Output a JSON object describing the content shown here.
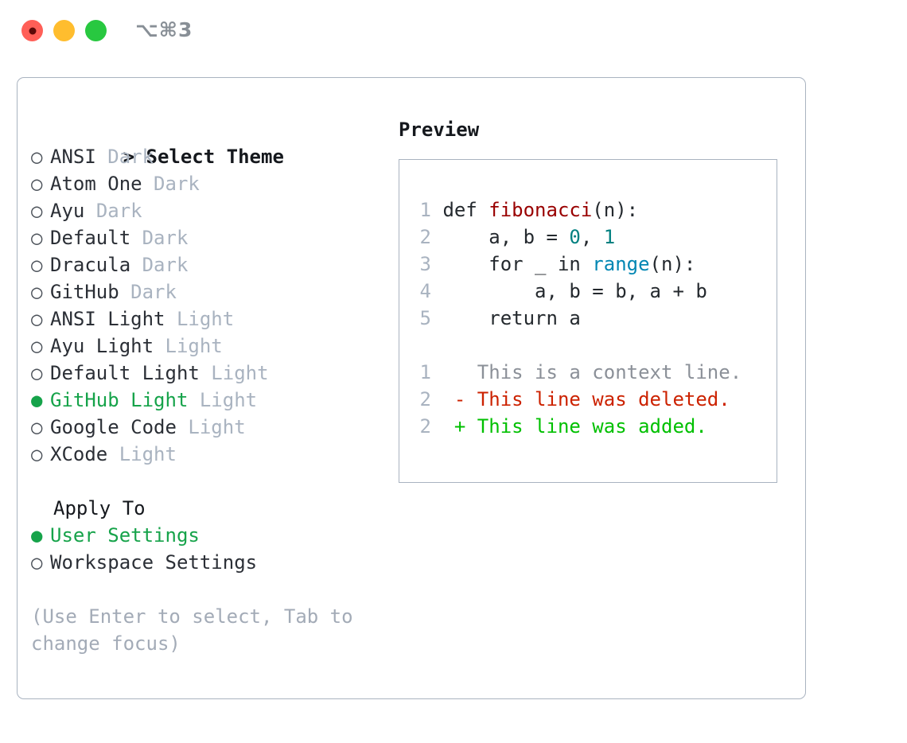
{
  "window": {
    "shortcut": "⌥⌘3",
    "traffic_lights": [
      {
        "name": "close",
        "color": "#ff5f57"
      },
      {
        "name": "minimize",
        "color": "#ffbd2e"
      },
      {
        "name": "maximize",
        "color": "#28c840"
      }
    ]
  },
  "theme_picker": {
    "header_caret": ">",
    "header_label": "Select Theme",
    "bullet_off": "○",
    "bullet_on": "●",
    "selected_color": "#16a34a",
    "items": [
      {
        "label": "ANSI",
        "tag": "Dark",
        "selected": false
      },
      {
        "label": "Atom One",
        "tag": "Dark",
        "selected": false
      },
      {
        "label": "Ayu",
        "tag": "Dark",
        "selected": false
      },
      {
        "label": "Default",
        "tag": "Dark",
        "selected": false
      },
      {
        "label": "Dracula",
        "tag": "Dark",
        "selected": false
      },
      {
        "label": "GitHub",
        "tag": "Dark",
        "selected": false
      },
      {
        "label": "ANSI Light",
        "tag": "Light",
        "selected": false
      },
      {
        "label": "Ayu Light",
        "tag": "Light",
        "selected": false
      },
      {
        "label": "Default Light",
        "tag": "Light",
        "selected": false
      },
      {
        "label": "GitHub Light",
        "tag": "Light",
        "selected": true
      },
      {
        "label": "Google Code",
        "tag": "Light",
        "selected": false
      },
      {
        "label": "XCode",
        "tag": "Light",
        "selected": false
      }
    ]
  },
  "apply_to": {
    "header_label": "Apply To",
    "items": [
      {
        "label": "User Settings",
        "selected": true
      },
      {
        "label": "Workspace Settings",
        "selected": false
      }
    ]
  },
  "hint": {
    "text": "(Use Enter to select, Tab to change focus)"
  },
  "preview": {
    "title": "Preview",
    "code_lines": [
      {
        "no": "1",
        "tokens": [
          {
            "t": "def ",
            "c": "plain"
          },
          {
            "t": "fibonacci",
            "c": "fn"
          },
          {
            "t": "(n):",
            "c": "plain"
          }
        ]
      },
      {
        "no": "2",
        "tokens": [
          {
            "t": "    a, b = ",
            "c": "plain"
          },
          {
            "t": "0",
            "c": "num"
          },
          {
            "t": ", ",
            "c": "plain"
          },
          {
            "t": "1",
            "c": "num"
          }
        ]
      },
      {
        "no": "3",
        "tokens": [
          {
            "t": "    for _ in ",
            "c": "plain"
          },
          {
            "t": "range",
            "c": "call"
          },
          {
            "t": "(n):",
            "c": "plain"
          }
        ]
      },
      {
        "no": "4",
        "tokens": [
          {
            "t": "        a, b = b, a + b",
            "c": "plain"
          }
        ]
      },
      {
        "no": "5",
        "tokens": [
          {
            "t": "    return a",
            "c": "plain"
          }
        ]
      }
    ],
    "diff_lines": [
      {
        "no": "1",
        "marker": " ",
        "text": " This is a context line.",
        "kind": "context"
      },
      {
        "no": "2",
        "marker": "-",
        "text": " This line was deleted.",
        "kind": "del"
      },
      {
        "no": "2",
        "marker": "+",
        "text": " This line was added.",
        "kind": "add"
      }
    ]
  }
}
